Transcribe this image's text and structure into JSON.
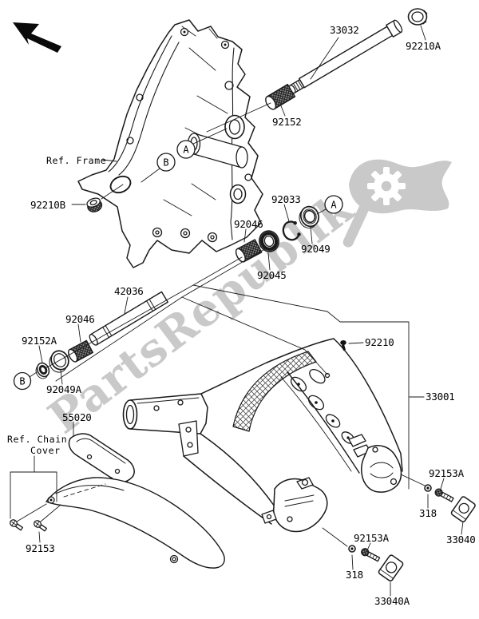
{
  "watermark": {
    "text": "PartsRepublik",
    "color": "#c9c9c9"
  },
  "references": {
    "frame": "Ref. Frame",
    "chain_line1": "Ref. Chain",
    "chain_line2": "Cover"
  },
  "callouts": {
    "a": "A",
    "b": "B"
  },
  "parts": {
    "axle": "33032",
    "cap": "92210A",
    "collar": "92152",
    "circlip": "92033",
    "nut_b": "92210B",
    "bushing": "92046",
    "seal": "92049",
    "bearing": "92045",
    "tube": "42036",
    "bushing2": "92046",
    "collar_a": "92152A",
    "bolt": "92210",
    "seal_a": "92049A",
    "swingarm": "33001",
    "chain_cover": "55020",
    "bolt_a1": "92153A",
    "nut1": "318",
    "pad": "33040",
    "bolt_a2": "92153A",
    "screw": "92153",
    "nut2": "318",
    "pad_a": "33040A"
  }
}
